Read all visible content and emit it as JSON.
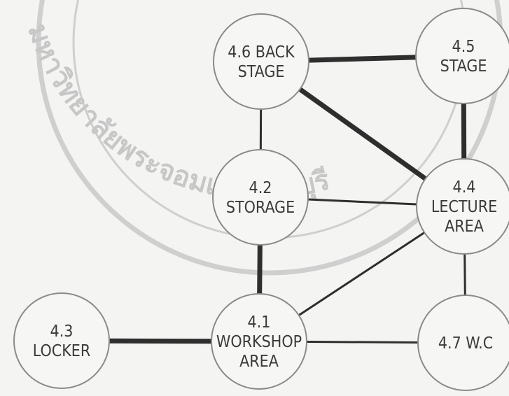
{
  "nodes": [
    {
      "id": "n46",
      "lines": [
        "4.6 BACK",
        "STAGE"
      ]
    },
    {
      "id": "n45",
      "lines": [
        "4.5",
        "STAGE"
      ]
    },
    {
      "id": "n42",
      "lines": [
        "4.2",
        "STORAGE"
      ]
    },
    {
      "id": "n44",
      "lines": [
        "4.4",
        "LECTURE",
        "AREA"
      ]
    },
    {
      "id": "n43",
      "lines": [
        "4.3",
        "LOCKER"
      ]
    },
    {
      "id": "n41",
      "lines": [
        "4.1",
        "WORKSHOP",
        "AREA"
      ]
    },
    {
      "id": "n47",
      "lines": [
        "4.7 W.C"
      ]
    }
  ],
  "edges": [
    {
      "from": "n46",
      "to": "n45",
      "weight": "thick"
    },
    {
      "from": "n46",
      "to": "n44",
      "weight": "thick"
    },
    {
      "from": "n46",
      "to": "n42",
      "weight": "thin"
    },
    {
      "from": "n45",
      "to": "n44",
      "weight": "thick"
    },
    {
      "from": "n42",
      "to": "n44",
      "weight": "thin"
    },
    {
      "from": "n42",
      "to": "n41",
      "weight": "thick"
    },
    {
      "from": "n41",
      "to": "n44",
      "weight": "thin"
    },
    {
      "from": "n43",
      "to": "n41",
      "weight": "thick"
    },
    {
      "from": "n41",
      "to": "n47",
      "weight": "thin"
    },
    {
      "from": "n44",
      "to": "n47",
      "weight": "thin"
    }
  ],
  "watermark": {
    "text": "มหาวิทยาลัยพระจอมเกล้าธนบุรี"
  },
  "colors": {
    "line": "#2e2e2e",
    "node_fill": "#f6f6f4",
    "node_stroke": "#8a8a8a",
    "text": "#3a3a3a",
    "watermark": "#c7c7c7"
  }
}
